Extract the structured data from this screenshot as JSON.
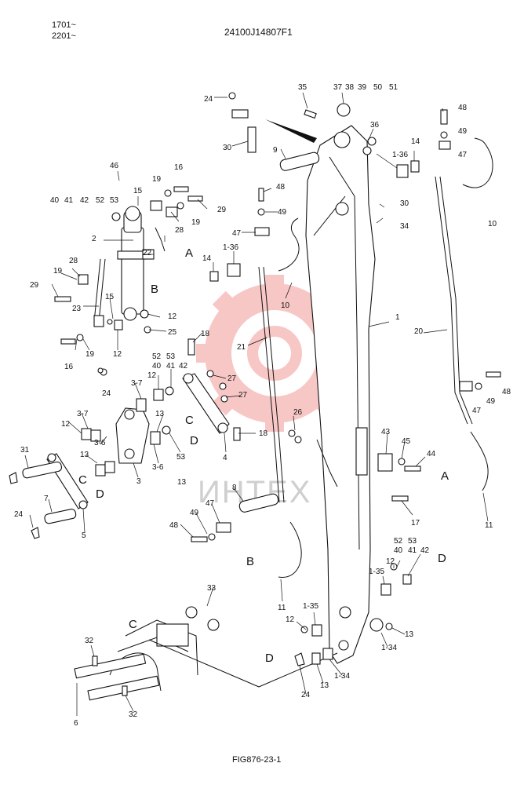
{
  "header": {
    "serial_top": "1701~",
    "serial_bottom": "2201~",
    "part_number": "24100J14807F1"
  },
  "footer": {
    "figure_id": "FIG876-23-1"
  },
  "watermark": {
    "text": "ИНТЕХ",
    "color": "#e53935"
  },
  "callouts": [
    {
      "id": "c1",
      "text": "24"
    },
    {
      "id": "c2",
      "text": "30"
    },
    {
      "id": "c3",
      "text": "35"
    },
    {
      "id": "c4",
      "text": "37"
    },
    {
      "id": "c5",
      "text": "38"
    },
    {
      "id": "c6",
      "text": "39"
    },
    {
      "id": "c7",
      "text": "50"
    },
    {
      "id": "c8",
      "text": "51"
    },
    {
      "id": "c9",
      "text": "36"
    },
    {
      "id": "c10",
      "text": "48"
    },
    {
      "id": "c11",
      "text": "49"
    },
    {
      "id": "c12",
      "text": "47"
    },
    {
      "id": "c13",
      "text": "9"
    },
    {
      "id": "c14",
      "text": "1-36"
    },
    {
      "id": "c15",
      "text": "14"
    },
    {
      "id": "c16",
      "text": "10"
    },
    {
      "id": "c17",
      "text": "46"
    },
    {
      "id": "c18",
      "text": "16"
    },
    {
      "id": "c19",
      "text": "19"
    },
    {
      "id": "c20",
      "text": "15"
    },
    {
      "id": "c21",
      "text": "40"
    },
    {
      "id": "c22",
      "text": "41"
    },
    {
      "id": "c23",
      "text": "42"
    },
    {
      "id": "c24",
      "text": "52"
    },
    {
      "id": "c25",
      "text": "53"
    },
    {
      "id": "c26",
      "text": "29"
    },
    {
      "id": "c27",
      "text": "48"
    },
    {
      "id": "c28",
      "text": "30"
    },
    {
      "id": "c29",
      "text": "34"
    },
    {
      "id": "c30",
      "text": "49"
    },
    {
      "id": "c31",
      "text": "19"
    },
    {
      "id": "c32",
      "text": "28"
    },
    {
      "id": "c33",
      "text": "2"
    },
    {
      "id": "c34",
      "text": "22"
    },
    {
      "id": "c35",
      "text": "47"
    },
    {
      "id": "c36",
      "text": "1-36"
    },
    {
      "id": "c37",
      "text": "14"
    },
    {
      "id": "c38",
      "text": "28"
    },
    {
      "id": "c39",
      "text": "19"
    },
    {
      "id": "c40",
      "text": "29"
    },
    {
      "id": "c41",
      "text": "10"
    },
    {
      "id": "c42",
      "text": "23"
    },
    {
      "id": "c43",
      "text": "15"
    },
    {
      "id": "c44",
      "text": "12"
    },
    {
      "id": "c45",
      "text": "1"
    },
    {
      "id": "c46",
      "text": "25"
    },
    {
      "id": "c47",
      "text": "18"
    },
    {
      "id": "c48",
      "text": "21"
    },
    {
      "id": "c49",
      "text": "20"
    },
    {
      "id": "c50",
      "text": "16"
    },
    {
      "id": "c51",
      "text": "19"
    },
    {
      "id": "c52",
      "text": "12"
    },
    {
      "id": "c53",
      "text": "52"
    },
    {
      "id": "c54",
      "text": "53"
    },
    {
      "id": "c55",
      "text": "40"
    },
    {
      "id": "c56",
      "text": "41"
    },
    {
      "id": "c57",
      "text": "42"
    },
    {
      "id": "c58",
      "text": "3-7"
    },
    {
      "id": "c59",
      "text": "12"
    },
    {
      "id": "c60",
      "text": "27"
    },
    {
      "id": "c61",
      "text": "27"
    },
    {
      "id": "c62",
      "text": "24"
    },
    {
      "id": "c63",
      "text": "48"
    },
    {
      "id": "c64",
      "text": "47"
    },
    {
      "id": "c65",
      "text": "49"
    },
    {
      "id": "c66",
      "text": "3-7"
    },
    {
      "id": "c67",
      "text": "13"
    },
    {
      "id": "c68",
      "text": "26"
    },
    {
      "id": "c69",
      "text": "12"
    },
    {
      "id": "c70",
      "text": "3-6"
    },
    {
      "id": "c71",
      "text": "31"
    },
    {
      "id": "c72",
      "text": "13"
    },
    {
      "id": "c73",
      "text": "53"
    },
    {
      "id": "c74",
      "text": "18"
    },
    {
      "id": "c75",
      "text": "4"
    },
    {
      "id": "c76",
      "text": "43"
    },
    {
      "id": "c77",
      "text": "45"
    },
    {
      "id": "c78",
      "text": "44"
    },
    {
      "id": "c79",
      "text": "3-6"
    },
    {
      "id": "c80",
      "text": "3"
    },
    {
      "id": "c81",
      "text": "13"
    },
    {
      "id": "c82",
      "text": "7"
    },
    {
      "id": "c83",
      "text": "8"
    },
    {
      "id": "c84",
      "text": "17"
    },
    {
      "id": "c85",
      "text": "24"
    },
    {
      "id": "c86",
      "text": "5"
    },
    {
      "id": "c87",
      "text": "48"
    },
    {
      "id": "c88",
      "text": "49"
    },
    {
      "id": "c89",
      "text": "47"
    },
    {
      "id": "c90",
      "text": "11"
    },
    {
      "id": "c91",
      "text": "52"
    },
    {
      "id": "c92",
      "text": "53"
    },
    {
      "id": "c93",
      "text": "40"
    },
    {
      "id": "c94",
      "text": "41"
    },
    {
      "id": "c95",
      "text": "42"
    },
    {
      "id": "c96",
      "text": "12"
    },
    {
      "id": "c97",
      "text": "1-35"
    },
    {
      "id": "c98",
      "text": "11"
    },
    {
      "id": "c99",
      "text": "33"
    },
    {
      "id": "c100",
      "text": "1-35"
    },
    {
      "id": "c101",
      "text": "12"
    },
    {
      "id": "c102",
      "text": "13"
    },
    {
      "id": "c103",
      "text": "1-34"
    },
    {
      "id": "c104",
      "text": "32"
    },
    {
      "id": "c105",
      "text": "24"
    },
    {
      "id": "c106",
      "text": "13"
    },
    {
      "id": "c107",
      "text": "1-34"
    },
    {
      "id": "c108",
      "text": "6"
    },
    {
      "id": "c109",
      "text": "32"
    }
  ],
  "refs": [
    {
      "id": "r1",
      "text": "A"
    },
    {
      "id": "r2",
      "text": "B"
    },
    {
      "id": "r3",
      "text": "C"
    },
    {
      "id": "r4",
      "text": "D"
    },
    {
      "id": "r5",
      "text": "C"
    },
    {
      "id": "r6",
      "text": "D"
    },
    {
      "id": "r7",
      "text": "A"
    },
    {
      "id": "r8",
      "text": "B"
    },
    {
      "id": "r9",
      "text": "D"
    },
    {
      "id": "r10",
      "text": "C"
    },
    {
      "id": "r11",
      "text": "D"
    }
  ]
}
